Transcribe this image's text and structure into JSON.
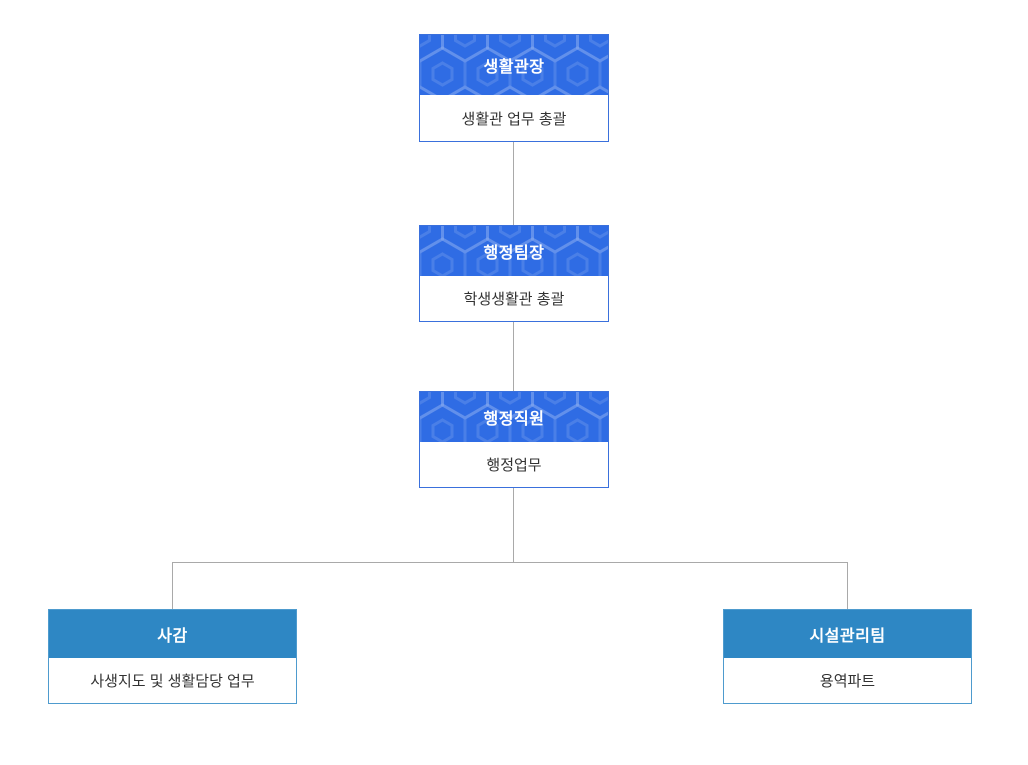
{
  "org_chart": {
    "nodes": [
      {
        "title": "생활관장",
        "description": "생활관 업무 총괄"
      },
      {
        "title": "행정팀장",
        "description": "학생생활관 총괄"
      },
      {
        "title": "행정직원",
        "description": "행정업무"
      },
      {
        "title": "사감",
        "description": "사생지도 및 생활담당 업무"
      },
      {
        "title": "시설관리팀",
        "description": "용역파트"
      }
    ],
    "colors": {
      "primary_header": "#2f6ce4",
      "primary_border": "#3a70dc",
      "secondary_header": "#2e87c4",
      "secondary_border": "#4e9bce",
      "connector_line": "#a9a9a9",
      "header_text": "#ffffff",
      "description_text": "#333333"
    }
  }
}
